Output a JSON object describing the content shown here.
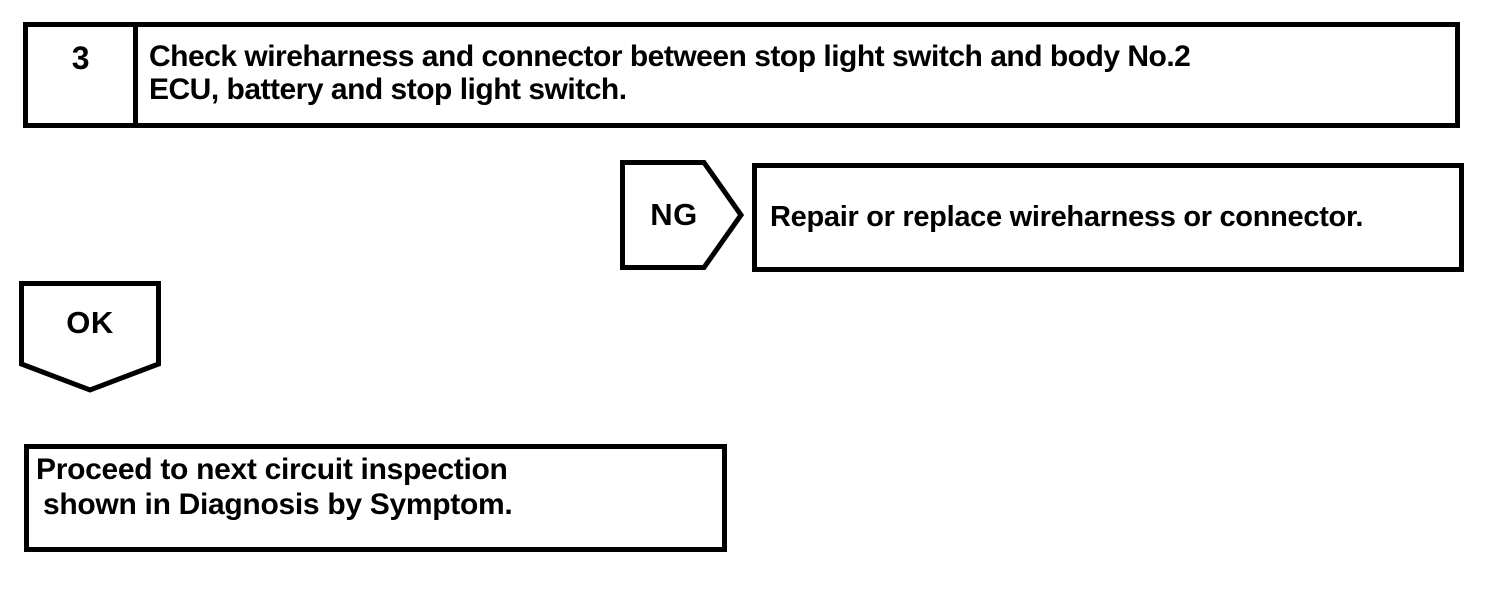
{
  "document": {
    "background_color": "#ffffff",
    "ink_color": "#000000"
  },
  "step_box": {
    "number": "3",
    "instruction_line1": "Check wireharness and connector between stop light switch and body No.2",
    "instruction_line2": "ECU, battery and stop light switch."
  },
  "ng_branch": {
    "connector_label": "NG",
    "action": "Repair or replace wireharness or connector."
  },
  "ok_branch": {
    "connector_label": "OK",
    "result_line1": "Proceed to next circuit inspection",
    "result_line2": "shown in Diagnosis by Symptom."
  }
}
